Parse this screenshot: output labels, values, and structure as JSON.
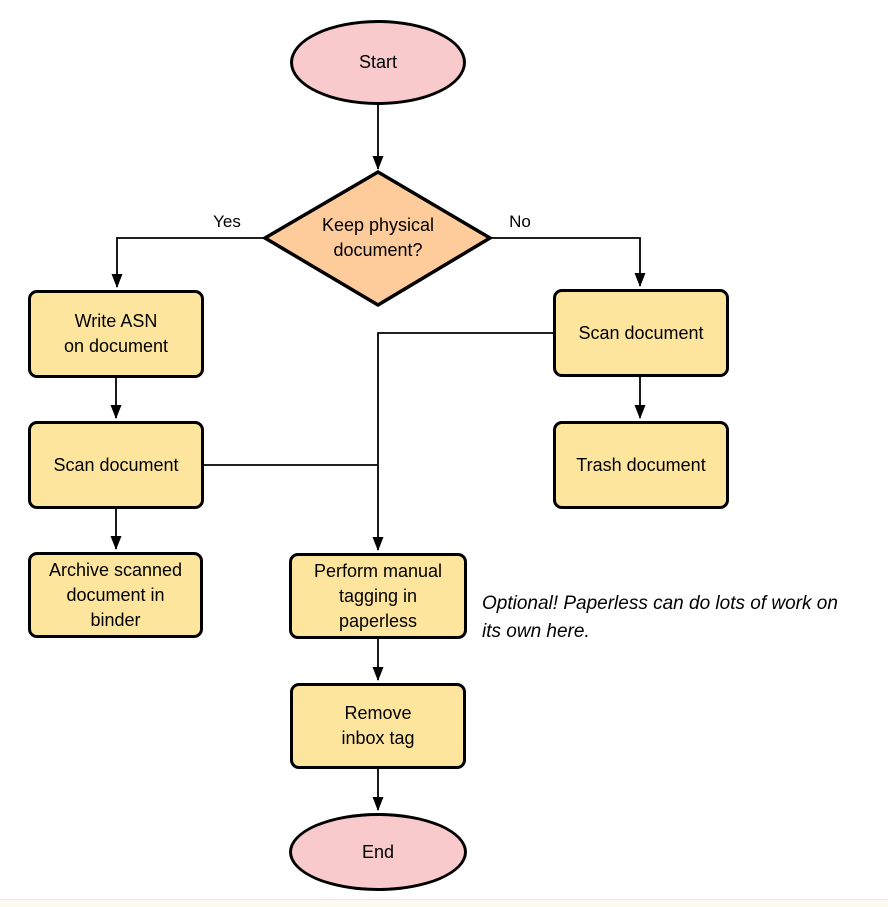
{
  "diagram": {
    "type": "flowchart",
    "nodes": {
      "start": "Start",
      "decision": "Keep physical\ndocument?",
      "write_asn": "Write ASN\non document",
      "scan_left": "Scan document",
      "archive": "Archive scanned\ndocument in\nbinder",
      "scan_right": "Scan document",
      "trash": "Trash document",
      "tagging": "Perform manual\ntagging in\npaperless",
      "remove_inbox": "Remove\ninbox tag",
      "end": "End"
    },
    "edge_labels": {
      "yes": "Yes",
      "no": "No"
    },
    "annotation": "Optional! Paperless can do lots of work on\nits own here.",
    "colors": {
      "terminal_fill": "#f9cacc",
      "decision_fill": "#fecc9b",
      "process_fill": "#fee59d",
      "stroke": "#000000",
      "background": "#ffffff"
    }
  }
}
